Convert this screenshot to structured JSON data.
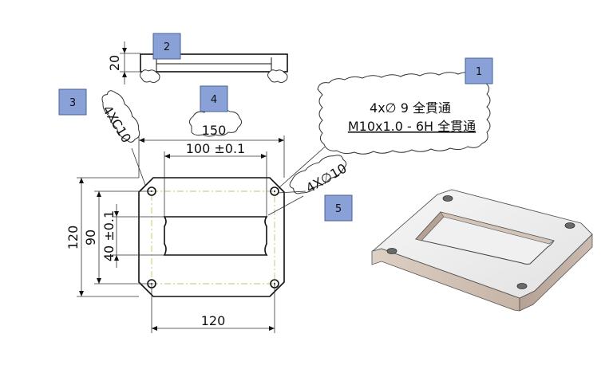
{
  "callouts": [
    {
      "number": "1"
    },
    {
      "number": "2"
    },
    {
      "number": "3"
    },
    {
      "number": "4"
    },
    {
      "number": "5"
    }
  ],
  "colors": {
    "callout_fill": "#8aa1d8",
    "callout_border": "#4a5f9a",
    "centerline": "#b6c86a",
    "plate_top": "#eeeeee",
    "plate_side": "#b8a79c",
    "plate_front": "#d2c4b8"
  },
  "dimensions": {
    "side_thickness": "20",
    "chamfer": "4XC10",
    "overall_width": "150",
    "slot_length": "100 ±0.1",
    "hole_spec": "4X∅10",
    "overall_height": "120",
    "hole_pitch_vertical": "90",
    "slot_width": "40 ±0.1",
    "hole_pitch_horizontal": "120"
  },
  "note": {
    "line1": "4x∅ 9 全貫通",
    "line2": "M10x1.0 - 6H 全貫通"
  }
}
